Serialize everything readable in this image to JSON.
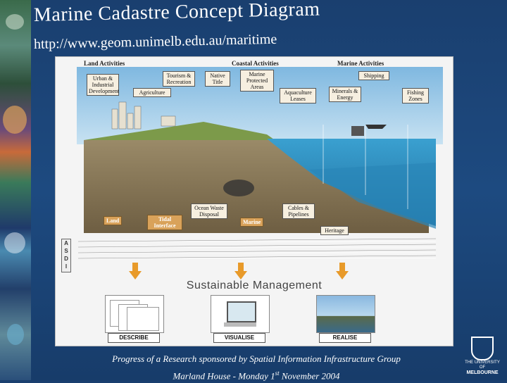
{
  "slide": {
    "title": "Marine Cadastre Concept Diagram",
    "url": "http://www.geom.unimelb.edu.au/maritime",
    "caption_line1": "Progress of a Research sponsored by Spatial Information Infrastructure Group",
    "caption_line2_prefix": "Marland House - Monday 1",
    "caption_line2_sup": "st",
    "caption_line2_suffix": " November 2004"
  },
  "diagram": {
    "headers": {
      "land": "Land Activities",
      "coastal": "Coastal Activities",
      "marine": "Marine Activities"
    },
    "labels": {
      "urban": "Urban & Industrial Development",
      "tourism": "Tourism & Recreation",
      "native": "Native Title",
      "mpa": "Marine Protected Areas",
      "shipping": "Shipping",
      "agriculture": "Agriculture",
      "aquaculture": "Aquaculture Leases",
      "minerals": "Minerals & Energy",
      "fishing": "Fishing Zones",
      "ocean_waste": "Ocean Waste Disposal",
      "cables": "Cables & Pipelines",
      "heritage": "Heritage"
    },
    "zones": {
      "land": "Land",
      "tidal": "Tidal Interface",
      "marine": "Marine"
    },
    "asdi": [
      "A",
      "S",
      "D",
      "I"
    ],
    "sustainable": "Sustainable Management",
    "steps": {
      "describe": "DESCRIBE",
      "visualise": "VISUALISE",
      "realise": "REALISE"
    }
  },
  "colors": {
    "background": "#1d4a80",
    "sea": "#2f8fc0",
    "land": "#8a7a5a",
    "label_orange": "#d9a25a",
    "arrow": "#e89a2a"
  },
  "logo_text": [
    "THE UNIVERSITY OF",
    "MELBOURNE"
  ]
}
